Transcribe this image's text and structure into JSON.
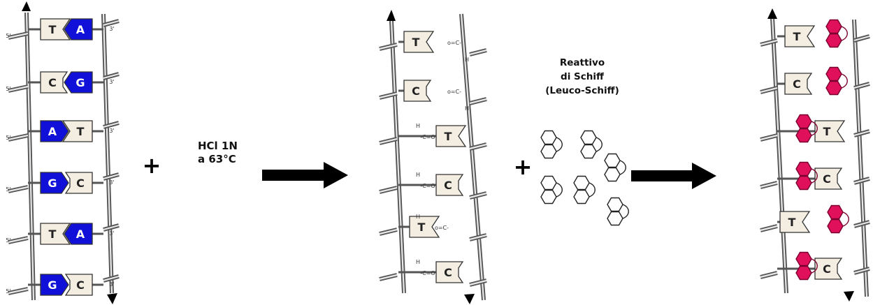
{
  "panel1": {
    "pairs": [
      {
        "left": "T",
        "right": "A"
      },
      {
        "left": "C",
        "right": "G"
      },
      {
        "left": "A",
        "right": "T"
      },
      {
        "left": "G",
        "right": "C"
      },
      {
        "left": "T",
        "right": "A"
      },
      {
        "left": "G",
        "right": "C"
      }
    ]
  },
  "panel2": {
    "bases": [
      "T",
      "C",
      "T",
      "C",
      "T",
      "C"
    ],
    "groups": [
      "o=C-",
      "o=C-",
      "-C=O",
      "-C=O",
      "o=C-",
      "-C=O"
    ],
    "hydrogen_mark": "H"
  },
  "panel3": {
    "bases": [
      "T",
      "C",
      "T",
      "C",
      "T",
      "C"
    ]
  },
  "step1": {
    "line1": "HCl 1N",
    "line2": "a 63°C"
  },
  "reagent": {
    "line1": "Reattivo",
    "line2": "di Schiff",
    "line3": "(Leuco-Schiff)"
  },
  "plus_sign": "+",
  "end_labels": {
    "five_prime": "5'",
    "three_prime": "3'"
  },
  "colors": {
    "purine_blue": "#1010d8",
    "pyrimidine_fill": "#f4ede2",
    "schiff_pink": "#e0105a",
    "strand": "#555555",
    "arrow": "#000000"
  }
}
